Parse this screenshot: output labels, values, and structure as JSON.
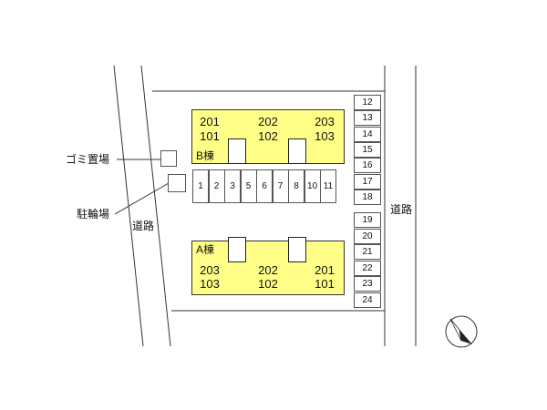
{
  "labels": {
    "garbage": "ゴミ置場",
    "bicycle": "駐輪場",
    "road_left": "道路",
    "road_right": "道路"
  },
  "building_b": {
    "name": "B棟",
    "top_row": [
      "201",
      "202",
      "203"
    ],
    "bottom_row": [
      "101",
      "102",
      "103"
    ]
  },
  "building_a": {
    "name": "A棟",
    "top_row": [
      "203",
      "202",
      "201"
    ],
    "bottom_row": [
      "103",
      "102",
      "101"
    ]
  },
  "parking_bottom": [
    "1",
    "2",
    "3",
    "5",
    "6",
    "7",
    "8",
    "10",
    "11"
  ],
  "parking_right_upper": [
    "12",
    "13",
    "14",
    "15",
    "16",
    "17",
    "18"
  ],
  "parking_right_lower": [
    "19",
    "20",
    "21",
    "22",
    "23",
    "24"
  ],
  "colors": {
    "building": "#ffff88"
  },
  "icons": {
    "compass": "north-arrow-icon"
  }
}
